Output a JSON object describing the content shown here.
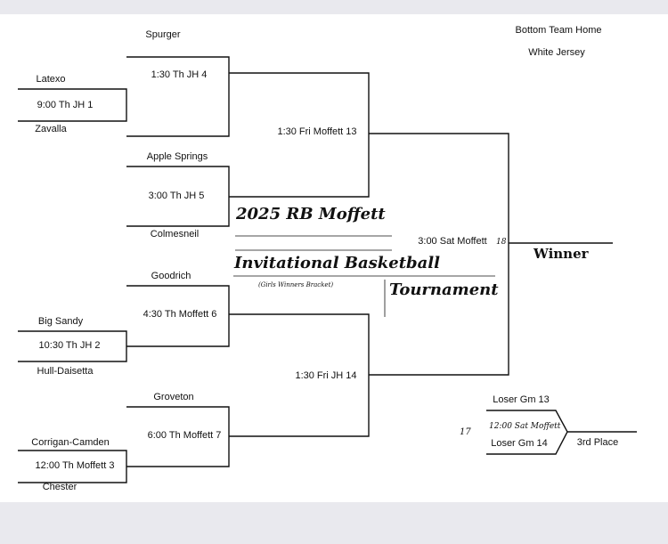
{
  "header": {
    "top_note": "Bottom Team Home",
    "jersey_note": "White Jersey"
  },
  "title": {
    "line1": "2025 RB Moffett",
    "line2": "Invitational Basketball",
    "line3": "Tournament",
    "subtitle": "(Girls Winners Bracket)"
  },
  "round1": [
    {
      "team_top": "Latexo",
      "game": "9:00 Th JH 1",
      "team_bottom": "Zavalla"
    },
    {
      "team_top": "Big Sandy",
      "game": "10:30 Th JH 2",
      "team_bottom": "Hull-Daisetta"
    },
    {
      "team_top": "Corrigan-Camden",
      "game": "12:00 Th Moffett 3",
      "team_bottom": "Chester"
    }
  ],
  "round2": [
    {
      "team_top": "Spurger",
      "game": "1:30 Th JH 4"
    },
    {
      "team_top": "Apple Springs",
      "game": "3:00 Th JH 5",
      "team_bottom": "Colmesneil"
    },
    {
      "team_top": "Goodrich",
      "game": "4:30 Th Moffett 6"
    },
    {
      "team_top": "Groveton",
      "game": "6:00 Th Moffett 7"
    }
  ],
  "semis": [
    {
      "game": "1:30 Fri Moffett 13"
    },
    {
      "game": "1:30 Fri JH 14"
    }
  ],
  "final": {
    "game": "3:00 Sat Moffett",
    "game_number": "18",
    "winner_label": "Winner"
  },
  "third_place": {
    "top": "Loser Gm 13",
    "time": "12:00 Sat Moffett",
    "bottom": "Loser Gm 14",
    "label": "3rd Place",
    "game_number": "17"
  }
}
